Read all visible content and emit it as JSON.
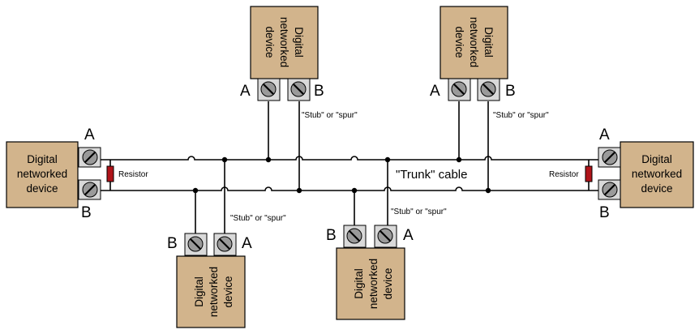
{
  "device": {
    "line1": "Digital",
    "line2": "networked",
    "line3": "device"
  },
  "terminal_a": "A",
  "terminal_b": "B",
  "stub_label": "\"Stub\" or \"spur\"",
  "resistor_label": "Resistor",
  "trunk_label": "\"Trunk\" cable",
  "colors": {
    "device_fill": "#d2b48c",
    "terminal_fill": "#d9d9d9",
    "screw_fill": "#9a9a9a",
    "resistor_fill": "#b0141a"
  }
}
